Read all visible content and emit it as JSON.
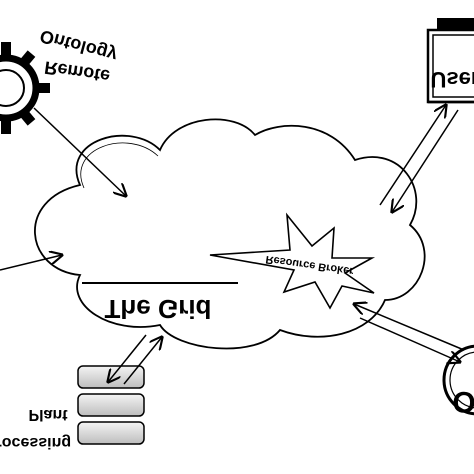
{
  "labels": {
    "ontology": "Ontology",
    "remote": "Remote",
    "user": "User",
    "grid": "The Grid",
    "resource_broker": "Resource Broker",
    "plant": "Plant",
    "processing": "Processing",
    "partial_right": "O"
  },
  "colors": {
    "line": "#000000",
    "background": "#ffffff",
    "disk_fill": "#d9d9d9"
  },
  "icons": {
    "remote": "gear-icon",
    "user": "monitor-icon",
    "plant": "storage-stack-icon",
    "broker": "star-burst-icon"
  }
}
